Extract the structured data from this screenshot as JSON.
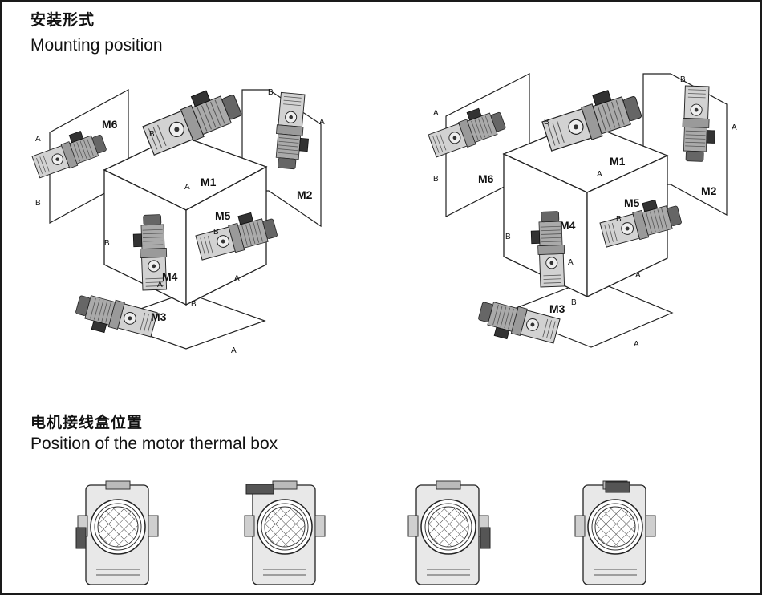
{
  "mounting": {
    "title_zh": "安装形式",
    "title_en": "Mounting position",
    "positions": [
      "M1",
      "M2",
      "M3",
      "M4",
      "M5",
      "M6"
    ],
    "shaft_sides": [
      "A",
      "B"
    ]
  },
  "thermal_box": {
    "title_zh": "电机接线盒位置",
    "title_en": "Position of the motor thermal box",
    "views": 4
  },
  "icons": [
    "gear-motor-icon",
    "motor-end-view-icon"
  ]
}
